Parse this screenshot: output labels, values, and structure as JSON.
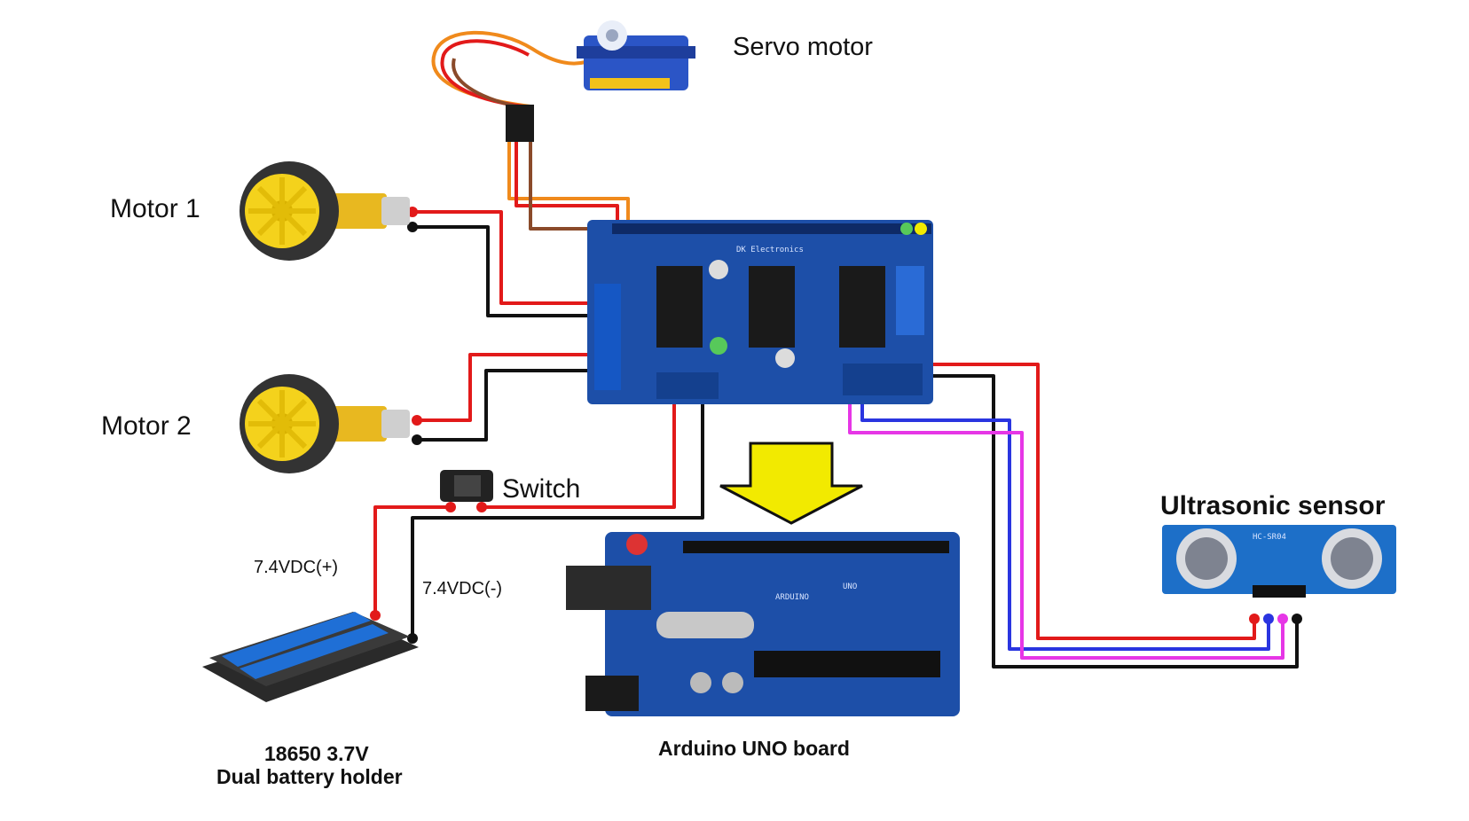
{
  "labels": {
    "servo": "Servo motor",
    "motor1": "Motor 1",
    "motor2": "Motor 2",
    "switch": "Switch",
    "vpos": "7.4VDC(+)",
    "vneg": "7.4VDC(-)",
    "ultrasonic": "Ultrasonic sensor",
    "battery_line1": "18650 3.7V",
    "battery_line2": "Dual battery holder",
    "arduino": "Arduino UNO board"
  },
  "board_text": {
    "shield_brand": "DK Electronics",
    "arduino_logo": "ARDUINO",
    "arduino_model": "UNO",
    "sensor_model": "HC-SR04"
  },
  "colors": {
    "wire_red": "#e21a1a",
    "wire_black": "#111111",
    "wire_orange": "#f08a1c",
    "wire_brown": "#8a4a2a",
    "wire_blue": "#2a35e0",
    "wire_magenta": "#e636e6",
    "pcb_blue": "#1d4fa8",
    "arrow_yellow": "#f2ea00",
    "wheel_yellow": "#f4d21c"
  },
  "icons": [
    "servo-motor-icon",
    "dc-motor-wheel-icon",
    "rocker-switch-icon",
    "battery-holder-icon",
    "arduino-uno-board-icon",
    "motor-shield-icon",
    "ultrasonic-sensor-icon",
    "down-arrow-icon"
  ]
}
